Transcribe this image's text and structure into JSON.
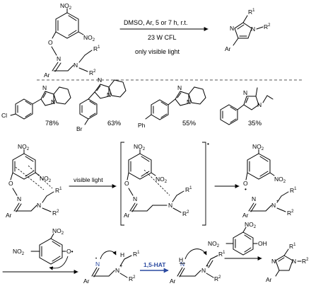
{
  "conditions": {
    "line1": "DMSO, Ar, 5 or 7 h, r.t.",
    "line2": "23 W CFL",
    "line3": "only visible light"
  },
  "atoms": {
    "no2": "NO",
    "two": "2",
    "o": "O",
    "n": "N",
    "ar": "Ar",
    "r": "R",
    "one": "1",
    "sup2": "2",
    "cl": "Cl",
    "br": "Br",
    "ph": "Ph",
    "h": "H",
    "oh": "OH",
    "plus": "+",
    "radical_o": "O•",
    "dot_sup": "•"
  },
  "yields": [
    "78%",
    "63%",
    "55%",
    "35%"
  ],
  "mechanism": {
    "arrow_label": "visible light",
    "hat_label": "1,5-HAT"
  },
  "colors": {
    "ink": "#000000",
    "hat_blue": "#2b4aa0",
    "divider": "#555555"
  }
}
